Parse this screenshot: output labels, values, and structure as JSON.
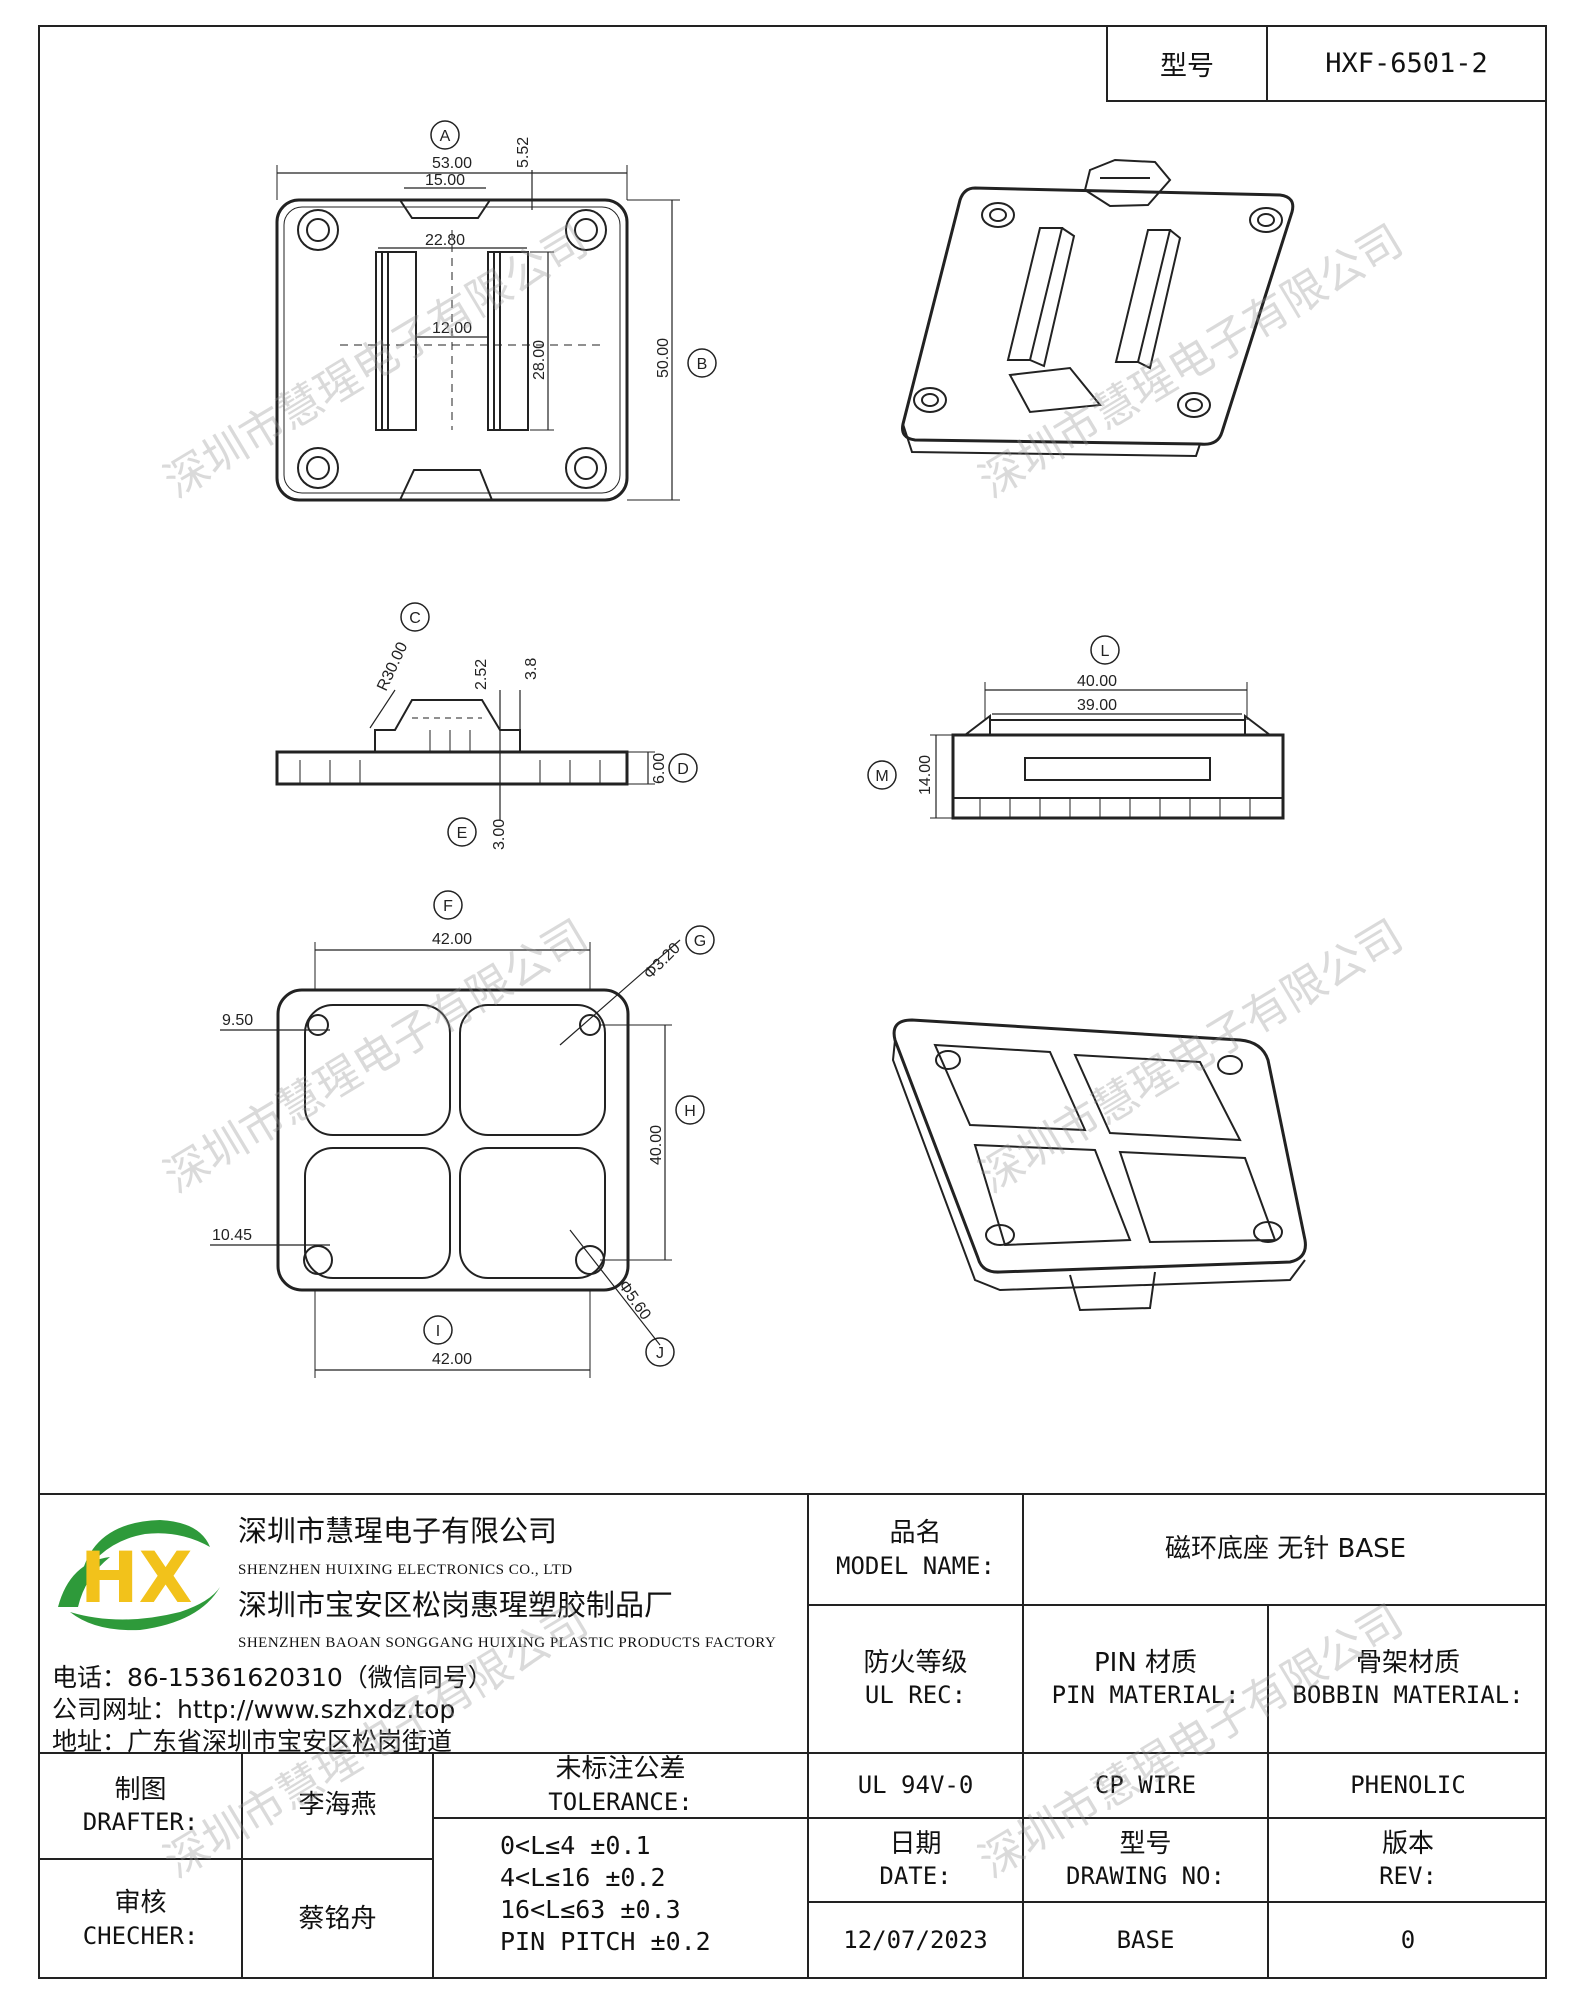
{
  "header": {
    "type_label": "型号",
    "type_value": "HXF-6501-2"
  },
  "views": {
    "top": {
      "balloons": [
        "A",
        "B"
      ],
      "dims": [
        "53.00",
        "15.00",
        "5.52",
        "22.80",
        "12.00",
        "28.00",
        "50.00"
      ]
    },
    "side": {
      "balloons": [
        "C",
        "D",
        "E"
      ],
      "dims": [
        "R30.00",
        "2.52",
        "3.8",
        "6.00",
        "3.00"
      ]
    },
    "front": {
      "balloons": [
        "L",
        "M"
      ],
      "dims": [
        "40.00",
        "39.00",
        "14.00"
      ]
    },
    "bottom": {
      "balloons": [
        "F",
        "G",
        "H",
        "I",
        "J"
      ],
      "dims": [
        "42.00",
        "Φ3.20",
        "9.50",
        "40.00",
        "10.45",
        "42.00",
        "Φ5.60"
      ]
    }
  },
  "company": {
    "name_cn": "深圳市慧瑆电子有限公司",
    "name_en": "SHENZHEN HUIXING ELECTRONICS CO., LTD",
    "factory_cn": "深圳市宝安区松岗惠瑆塑胶制品厂",
    "factory_en": "SHENZHEN BAOAN SONGGANG HUIXING PLASTIC PRODUCTS FACTORY",
    "phone": "电话：86-15361620310（微信同号）",
    "website": "公司网址：http://www.szhxdz.top",
    "address": "地址：广东省深圳市宝安区松岗街道"
  },
  "logo": {
    "text": "HX",
    "green": "#2e9a3a",
    "yellow": "#f2c21b"
  },
  "table": {
    "model_name_cn": "品名",
    "model_name_en": "MODEL NAME:",
    "model_name_value": "磁环底座 无针 BASE",
    "fire_cn": "防火等级",
    "fire_en": "UL REC:",
    "pin_cn": "PIN 材质",
    "pin_en": "PIN MATERIAL:",
    "bobbin_cn": "骨架材质",
    "bobbin_en": "BOBBIN MATERIAL:",
    "ul_value": "UL 94V-0",
    "pin_value": "CP WIRE",
    "bobbin_value": "PHENOLIC",
    "date_cn": "日期",
    "date_en": "DATE:",
    "drawing_cn": "型号",
    "drawing_en": "DRAWING NO:",
    "rev_cn": "版本",
    "rev_en": "REV:",
    "date_value": "12/07/2023",
    "drawing_value": "BASE",
    "rev_value": "0",
    "drafter_cn": "制图",
    "drafter_en": "DRAFTER:",
    "drafter_value": "李海燕",
    "checker_cn": "审核",
    "checker_en": "CHECHER:",
    "checker_value": "蔡铭舟",
    "tolerance_cn": "未标注公差",
    "tolerance_en": "TOLERANCE:",
    "tolerance_lines": [
      "0<L≤4  ±0.1",
      "4<L≤16 ±0.2",
      "16<L≤63 ±0.3",
      "PIN PITCH ±0.2"
    ]
  },
  "watermark": "深圳市慧瑆电子有限公司"
}
